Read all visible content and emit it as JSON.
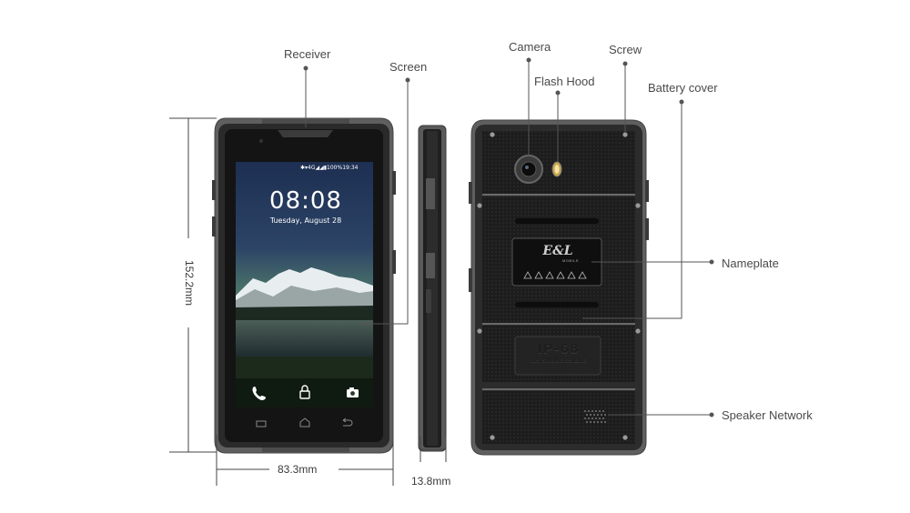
{
  "callouts": {
    "receiver": "Receiver",
    "screen": "Screen",
    "camera": "Camera",
    "flash_hood": "Flash Hood",
    "screw": "Screw",
    "battery_cover": "Battery cover",
    "nameplate": "Nameplate",
    "speaker_network": "Speaker Network"
  },
  "dimensions": {
    "height": "152.2mm",
    "width": "83.3mm",
    "thickness": "13.8mm"
  },
  "lock_screen": {
    "status_bar": "✱▾4G◢◢▮100%19:34",
    "time": "08:08",
    "date": "Tuesday, August 28"
  },
  "icons": {
    "phone": "phone-icon",
    "lock": "lock-icon",
    "camera": "camera-icon",
    "menu": "menu-icon",
    "home": "home-icon",
    "back": "back-icon"
  },
  "back_panel": {
    "brand": "E&L",
    "brand_sub": "MOBILE",
    "ip_rating": "IP-68",
    "ip_sub": "1.5 SUBMERSIBLE"
  },
  "colors": {
    "frame": "#6b6b6b",
    "body": "#1e1e1e",
    "leader_line": "#555555"
  }
}
